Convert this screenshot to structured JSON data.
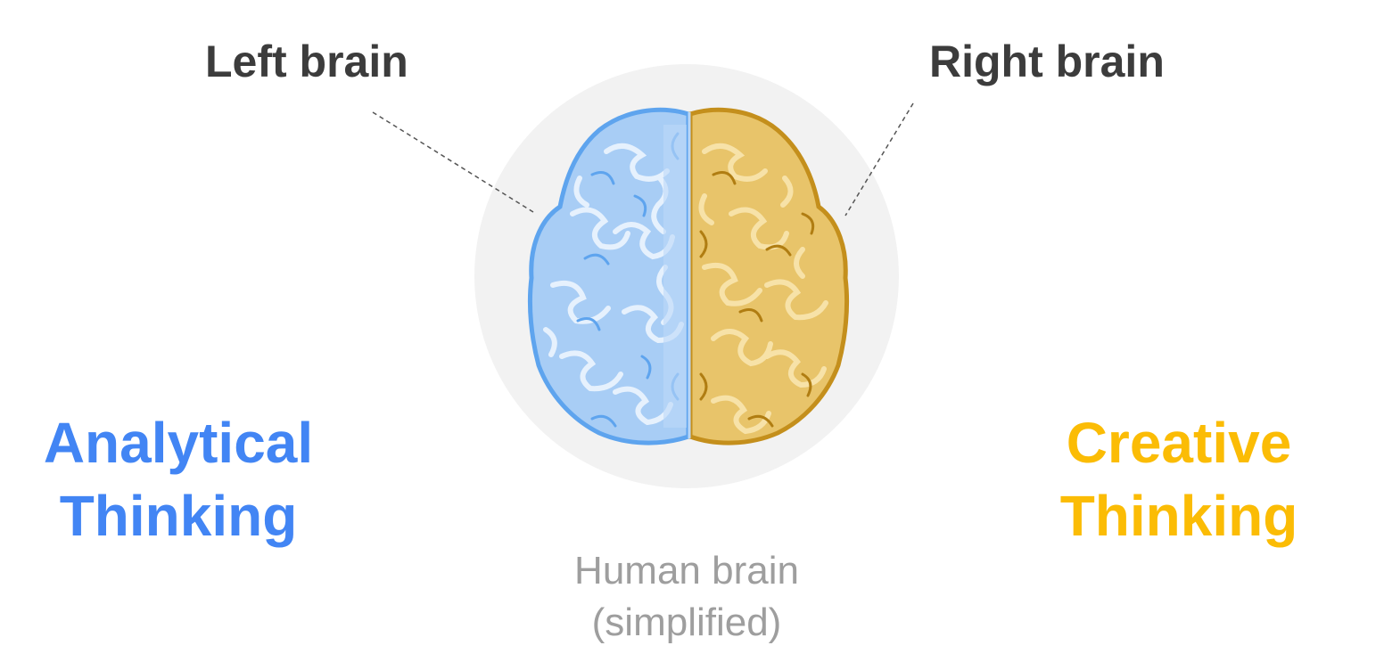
{
  "labels": {
    "left_brain": "Left brain",
    "right_brain": "Right brain"
  },
  "thinking": {
    "analytical_line1": "Analytical",
    "analytical_line2": "Thinking",
    "creative_line1": "Creative",
    "creative_line2": "Thinking"
  },
  "caption": {
    "line1": "Human brain",
    "line2": "(simplified)"
  },
  "colors": {
    "left_hemisphere": "#a8cdf5",
    "left_outline": "#5ea4ee",
    "right_hemisphere": "#e8c46a",
    "right_outline": "#c48f1c",
    "analytical_text": "#4285f4",
    "creative_text": "#fbbc05",
    "background_circle": "#f2f2f2"
  }
}
